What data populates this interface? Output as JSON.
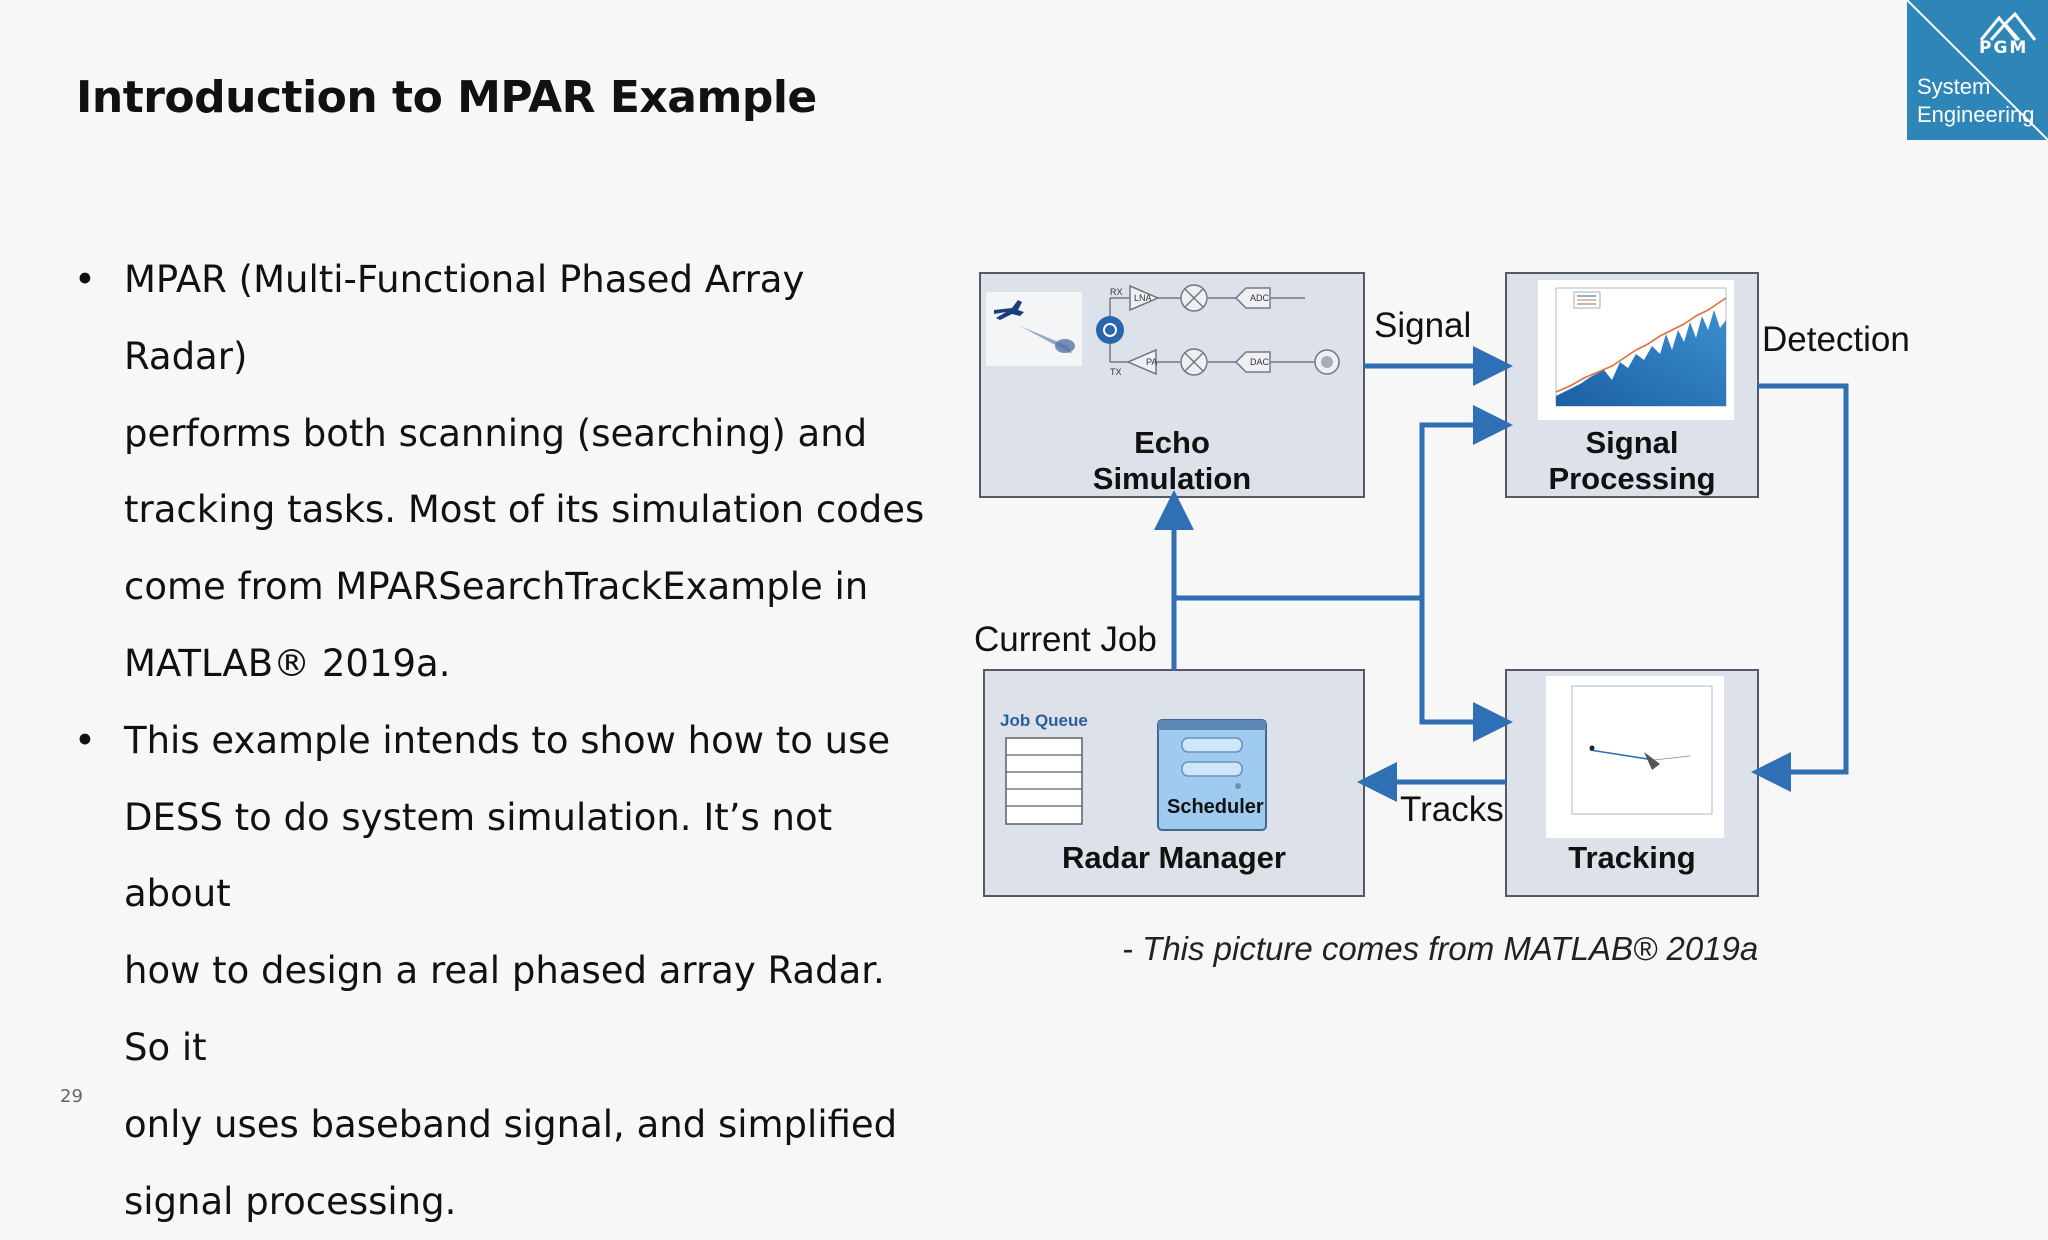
{
  "slide": {
    "title": "Introduction to MPAR Example",
    "page_number": "29",
    "logo": {
      "brand": "PGM",
      "line1": "System",
      "line2": "Engineering"
    },
    "bullet_glyph": "•",
    "bullets": [
      [
        "MPAR (Multi-Functional Phased Array Radar)",
        "performs both scanning (searching) and",
        "tracking tasks. Most of its simulation codes",
        "come from MPARSearchTrackExample in",
        "MATLAB® 2019a."
      ],
      [
        "This example intends to show how to use",
        "DESS to do system simulation. It’s not about",
        "how to design a real phased array Radar. So it",
        "only uses baseband signal, and simplified",
        "signal processing."
      ]
    ]
  },
  "diagram": {
    "blocks": {
      "echo": {
        "line1": "Echo",
        "line2": "Simulation"
      },
      "signal_processing": {
        "line1": "Signal",
        "line2": "Processing"
      },
      "radar_manager": {
        "label": "Radar Manager",
        "job_queue": "Job Queue",
        "scheduler": "Scheduler"
      },
      "tracking": {
        "label": "Tracking"
      }
    },
    "flows": {
      "signal": "Signal",
      "detection": "Detection",
      "current_job": "Current Job",
      "tracks": "Tracks"
    },
    "echo_components": {
      "rx": "RX",
      "tx": "TX",
      "lna": "LNA",
      "pa": "PA",
      "adc": "ADC",
      "dac": "DAC"
    },
    "caption": "- This picture comes from MATLAB® 2019a",
    "colors": {
      "arrow": "#2f6fb3",
      "block_fill": "#dde1ea",
      "block_border": "#555a66",
      "logo_bg": "#2e86b8"
    }
  }
}
